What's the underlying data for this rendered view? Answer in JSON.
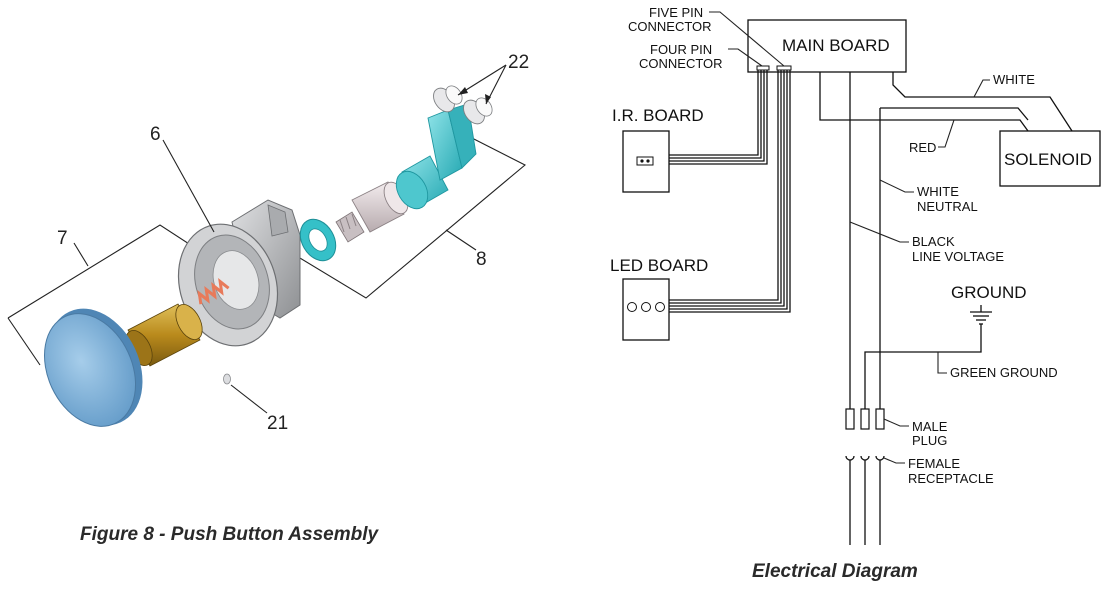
{
  "assembly": {
    "caption": "Figure 8 - Push Button Assembly",
    "callouts": {
      "c6": "6",
      "c7": "7",
      "c8": "8",
      "c21": "21",
      "c22": "22"
    }
  },
  "electrical": {
    "caption": "Electrical Diagram",
    "main_board": "MAIN BOARD",
    "five_pin_line1": "FIVE PIN",
    "five_pin_line2": "CONNECTOR",
    "four_pin_line1": "FOUR PIN",
    "four_pin_line2": "CONNECTOR",
    "ir_board": "I.R. BOARD",
    "led_board": "LED BOARD",
    "solenoid": "SOLENOID",
    "white": "WHITE",
    "red": "RED",
    "white_neutral_line1": "WHITE",
    "white_neutral_line2": "NEUTRAL",
    "black_line1": "BLACK",
    "black_line2": "LINE VOLTAGE",
    "ground": "GROUND",
    "green_ground": "GREEN GROUND",
    "male_line1": "MALE",
    "male_line2": "PLUG",
    "female_line1": "FEMALE",
    "female_line2": "RECEPTACLE"
  },
  "colors": {
    "button_cap": "#7fb2d9",
    "bushing": "#c49a2c",
    "spring": "#e87a5a",
    "housing": "#b9bbbe",
    "o_ring": "#35c0c8",
    "elbow": "#5cc9cf",
    "valve_body": "#e2d9dc"
  }
}
